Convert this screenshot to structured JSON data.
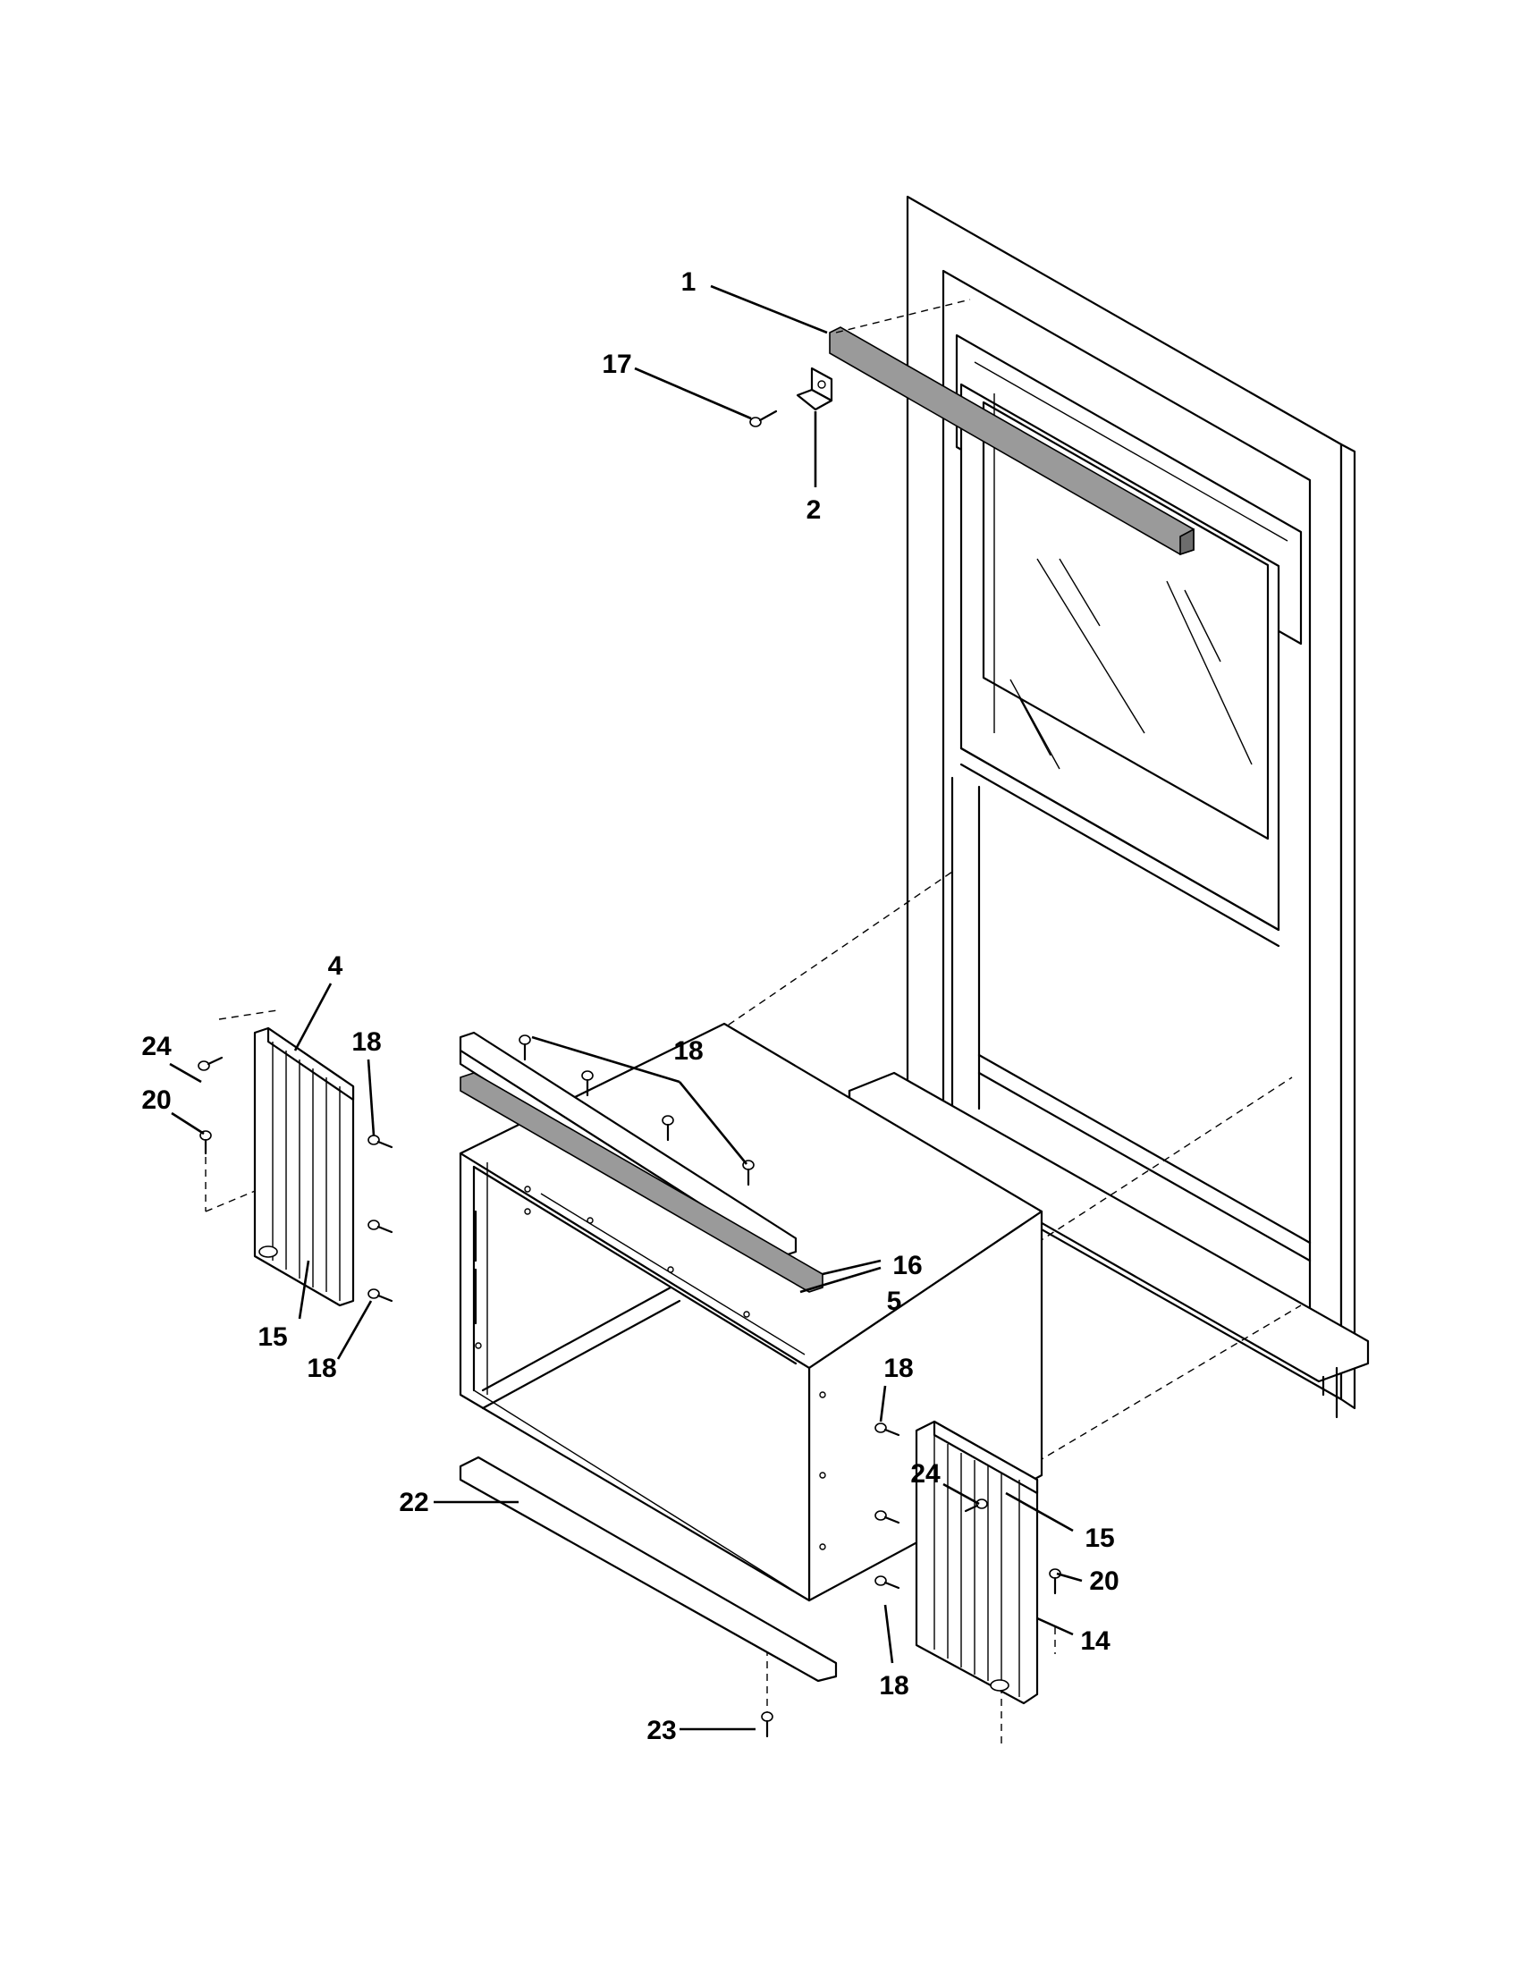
{
  "callouts": [
    {
      "id": "c1",
      "label": "1"
    },
    {
      "id": "c17",
      "label": "17"
    },
    {
      "id": "c2",
      "label": "2"
    },
    {
      "id": "c4",
      "label": "4"
    },
    {
      "id": "c24a",
      "label": "24"
    },
    {
      "id": "c18a",
      "label": "18"
    },
    {
      "id": "c20a",
      "label": "20"
    },
    {
      "id": "c18b",
      "label": "18"
    },
    {
      "id": "c16",
      "label": "16"
    },
    {
      "id": "c5",
      "label": "5"
    },
    {
      "id": "c15a",
      "label": "15"
    },
    {
      "id": "c18c",
      "label": "18"
    },
    {
      "id": "c18d",
      "label": "18"
    },
    {
      "id": "c22",
      "label": "22"
    },
    {
      "id": "c24b",
      "label": "24"
    },
    {
      "id": "c15b",
      "label": "15"
    },
    {
      "id": "c20b",
      "label": "20"
    },
    {
      "id": "c14",
      "label": "14"
    },
    {
      "id": "c18e",
      "label": "18"
    },
    {
      "id": "c23",
      "label": "23"
    }
  ]
}
